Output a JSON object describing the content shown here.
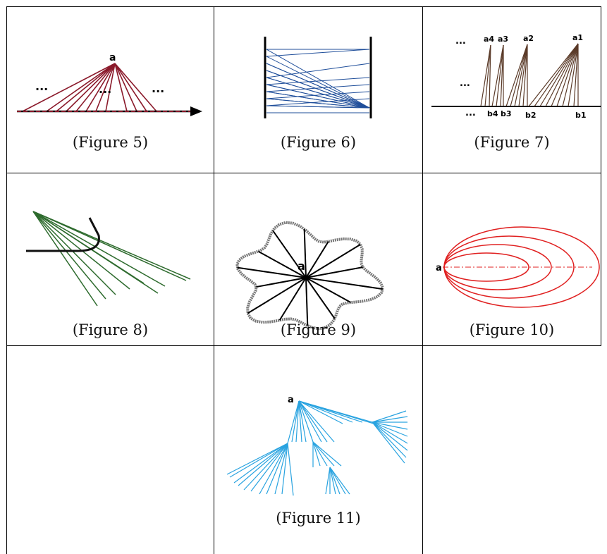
{
  "figures": [
    {
      "id": "fig5",
      "caption": "(Figure 5)",
      "labels": {
        "a": "a",
        "dots": [
          "...",
          "...",
          "..."
        ]
      },
      "color": "#8b1a2b"
    },
    {
      "id": "fig6",
      "caption": "(Figure 6)",
      "color": "#1f4e9a"
    },
    {
      "id": "fig7",
      "caption": "(Figure 7)",
      "labels": {
        "top": [
          "a4",
          "a3",
          "a2",
          "a1"
        ],
        "bottom": [
          "b4",
          "b3",
          "b2",
          "b1"
        ],
        "dots": [
          "...",
          "...",
          "..."
        ]
      },
      "color": "#5a3a28"
    },
    {
      "id": "fig8",
      "caption": "(Figure 8)",
      "color": "#2e6b2e"
    },
    {
      "id": "fig9",
      "caption": "(Figure 9)",
      "labels": {
        "a": "a"
      },
      "color": "#000000"
    },
    {
      "id": "fig10",
      "caption": "(Figure 10)",
      "labels": {
        "a": "a"
      },
      "color": "#e02020"
    },
    {
      "id": "fig11",
      "caption": "(Figure 11)",
      "labels": {
        "a": "a"
      },
      "color": "#29a3e0"
    }
  ]
}
